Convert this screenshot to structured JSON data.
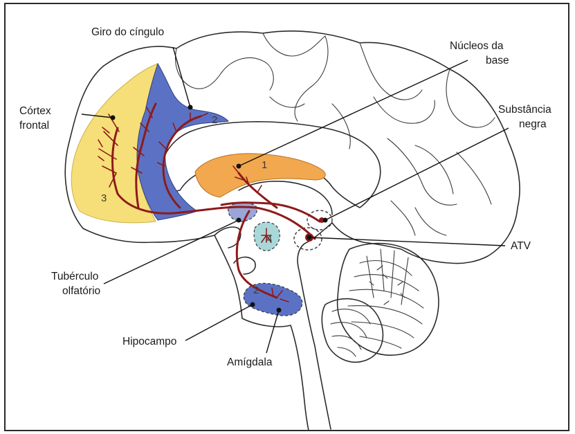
{
  "labels": {
    "cingulate": "Giro do cíngulo",
    "basal_nuclei_line1": "Núcleos da",
    "basal_nuclei_line2": "base",
    "frontal_line1": "Córtex",
    "frontal_line2": "frontal",
    "substantia_line1": "Substância",
    "substantia_line2": "negra",
    "atv": "ATV",
    "olfactory_line1": "Tubérculo",
    "olfactory_line2": "olfatório",
    "hippocampus": "Hipocampo",
    "amygdala": "Amígdala"
  },
  "numbers": {
    "basal": "1",
    "cingulate": "2",
    "frontal": "3",
    "hypothalamus": "4",
    "amygdala": "2"
  },
  "colors": {
    "frontal_region": "#f6df78",
    "cingulate_region": "#5b72c4",
    "basal_region": "#f2a84e",
    "olfactory_region": "#9aa6d8",
    "hypothalamus_region": "#a9d8d8",
    "amygdala_region": "#5b72c4",
    "pathway": "#8e1a1a"
  }
}
